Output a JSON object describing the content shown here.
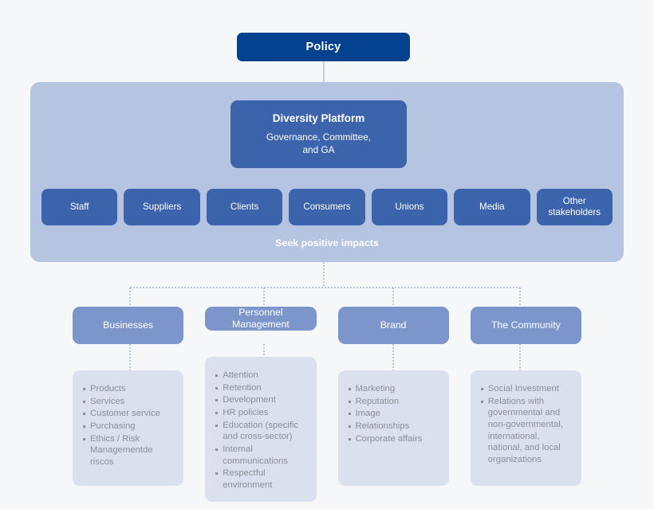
{
  "diagram": {
    "title": "Diversity policy stakeholder and impact map",
    "colors": {
      "page_background": "#f6f7f8",
      "policy_box": "#04418f",
      "panel": "#b5c4e0",
      "platform_box": "#3b64ad",
      "chip": "#3b64ad",
      "column_header": "#7c96cb",
      "column_body": "#dbe0ee",
      "body_text": "#8a8f99",
      "box_text": "#ffffff",
      "connector": "#8fa6ce"
    }
  },
  "policy": {
    "label": "Policy"
  },
  "platform": {
    "title": "Diversity Platform",
    "subtitle": "Governance, Committee,\nand GA"
  },
  "stakeholders": {
    "chips": [
      {
        "label": "Staff"
      },
      {
        "label": "Suppliers"
      },
      {
        "label": "Clients"
      },
      {
        "label": "Consumers"
      },
      {
        "label": "Unions"
      },
      {
        "label": "Media"
      },
      {
        "label": "Other\nstakeholders"
      }
    ],
    "footer": "Seek positive impacts"
  },
  "columns": [
    {
      "header": "Businesses",
      "items": [
        "Products",
        "Services",
        "Customer service",
        "Purchasing",
        "Ethics / Risk Managementde riscos"
      ]
    },
    {
      "header": "Personnel\nManagement",
      "items": [
        "Attention",
        "Retention",
        "Development",
        "HR policies",
        "Education (specific and cross-sector)",
        "Internal communications",
        "Respectful environment"
      ]
    },
    {
      "header": "Brand",
      "items": [
        "Marketing",
        "Reputation",
        "Image",
        "Relationships",
        "Corporate affairs"
      ]
    },
    {
      "header": "The Community",
      "items": [
        "Social Investment",
        "Relations with governmental and non-governmental, international, national, and local organizations"
      ]
    }
  ]
}
